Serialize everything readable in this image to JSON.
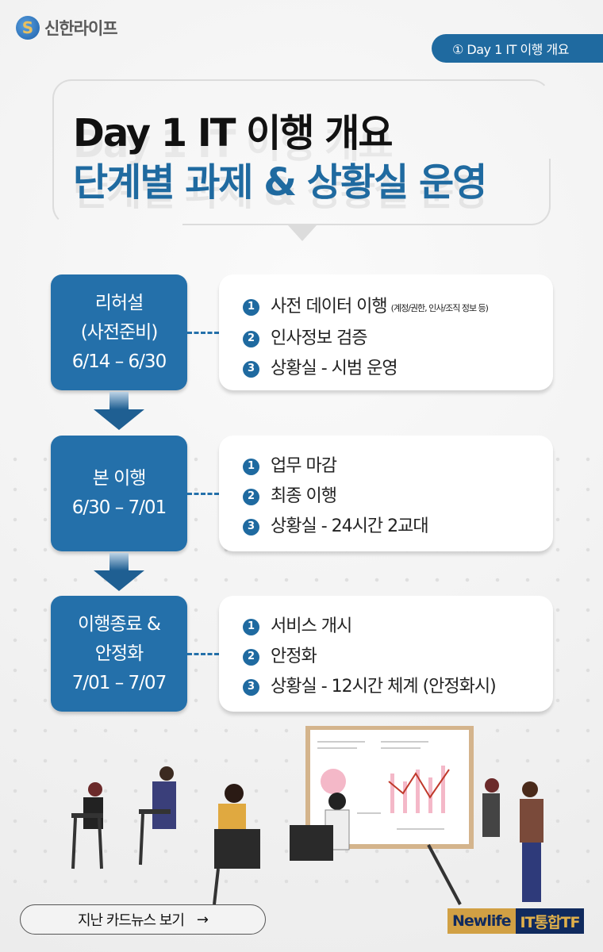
{
  "brand": {
    "logo_text": "신한라이프",
    "logo_glyph": "S"
  },
  "badge": {
    "label": "① Day 1 IT 이행 개요"
  },
  "title": {
    "line1": "Day 1 IT 이행 개요",
    "line2": "단계별 과제 & 상황실 운영"
  },
  "stages": [
    {
      "lines": [
        "리허설",
        "(사전준비)",
        "6/14 – 6/30"
      ],
      "items": [
        {
          "n": "1",
          "text": "사전 데이터 이행",
          "note": "(계정/권한, 인사/조직 정보 등)"
        },
        {
          "n": "2",
          "text": "인사정보 검증"
        },
        {
          "n": "3",
          "text": "상황실 - 시범 운영"
        }
      ]
    },
    {
      "lines": [
        "본 이행",
        "6/30 – 7/01"
      ],
      "items": [
        {
          "n": "1",
          "text": "업무 마감"
        },
        {
          "n": "2",
          "text": "최종 이행"
        },
        {
          "n": "3",
          "text": "상황실 - 24시간 2교대"
        }
      ]
    },
    {
      "lines": [
        "이행종료 &",
        "안정화",
        "7/01 – 7/07"
      ],
      "items": [
        {
          "n": "1",
          "text": "서비스 개시"
        },
        {
          "n": "2",
          "text": "안정화"
        },
        {
          "n": "3",
          "text": "상황실 - 12시간 체계 (안정화시)"
        }
      ]
    }
  ],
  "footer": {
    "back_label": "지난 카드뉴스 보기",
    "back_arrow": "→",
    "tf_a": "Newlife",
    "tf_b": "IT통합TF"
  }
}
